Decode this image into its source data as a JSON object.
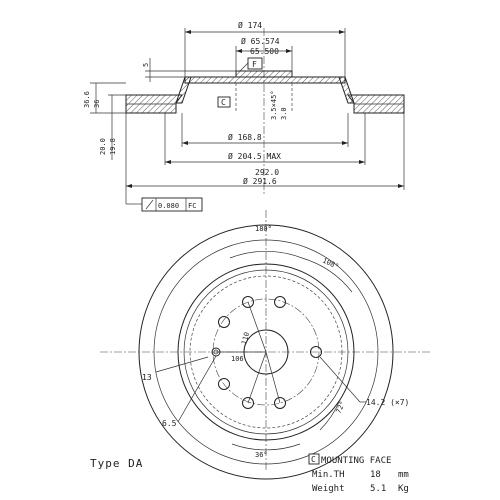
{
  "side_view": {
    "dim_outer_hub": "Ø 174",
    "dim_pilot_max": "Ø 65.574",
    "dim_pilot_min": "65.500",
    "dim_hat_step": "5",
    "flag_f": "F",
    "flag_c": "C",
    "chamfer": "3.5×45°",
    "hub_thk": "3.0",
    "height_max": "36.6",
    "height_min": "36",
    "thk_max": "20.0",
    "thk_min": "19.8",
    "dim_inner": "Ø 168.8",
    "dim_max": "Ø 204.5 MAX",
    "dim_disc_max": "292.0",
    "dim_disc_min": "Ø 291.6",
    "runout_value": "0.080",
    "runout_ref": "FC"
  },
  "front_view": {
    "angle_180": "180°",
    "angle_108": "108°",
    "pcd_110": "110",
    "dim_106": "106",
    "hole_13": "13",
    "hole_65": "6.5",
    "holes_14": "14.2 (×7)",
    "angle_72": "72°",
    "angle_36": "36°"
  },
  "notes": {
    "type": "Type DA",
    "c_flag": "C",
    "mounting_face": "MOUNTING FACE",
    "min_th_label": "Min.TH",
    "min_th_value": "18",
    "min_th_unit": "mm",
    "weight_label": "Weight",
    "weight_value": "5.1",
    "weight_unit": "Kg"
  }
}
